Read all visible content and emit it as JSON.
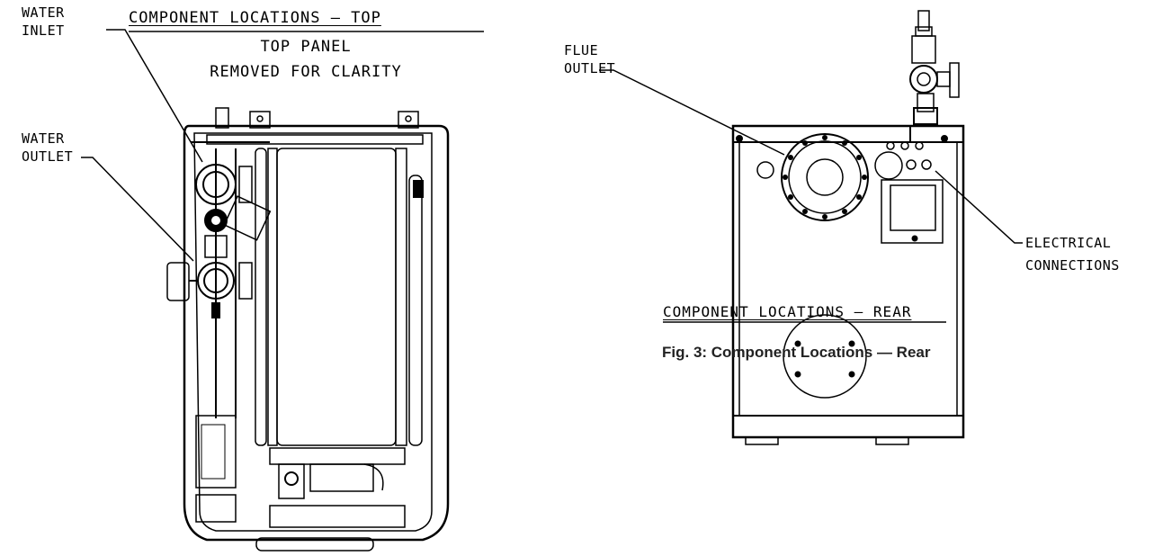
{
  "top_view": {
    "title": "COMPONENT LOCATIONS – TOP",
    "subtitle_line1": "TOP PANEL",
    "subtitle_line2": "REMOVED FOR CLARITY",
    "labels": {
      "water_inlet_line1": "WATER",
      "water_inlet_line2": "INLET",
      "water_outlet_line1": "WATER",
      "water_outlet_line2": "OUTLET"
    }
  },
  "rear_view": {
    "title": "COMPONENT LOCATIONS – REAR",
    "labels": {
      "flue_outlet_line1": "FLUE",
      "flue_outlet_line2": "OUTLET",
      "electrical_line1": "ELECTRICAL",
      "electrical_line2": "CONNECTIONS"
    },
    "caption": "Fig. 3: Component Locations — Rear"
  },
  "colors": {
    "ink": "#000000",
    "caption": "#222222",
    "shade": "#d9d9d9"
  }
}
